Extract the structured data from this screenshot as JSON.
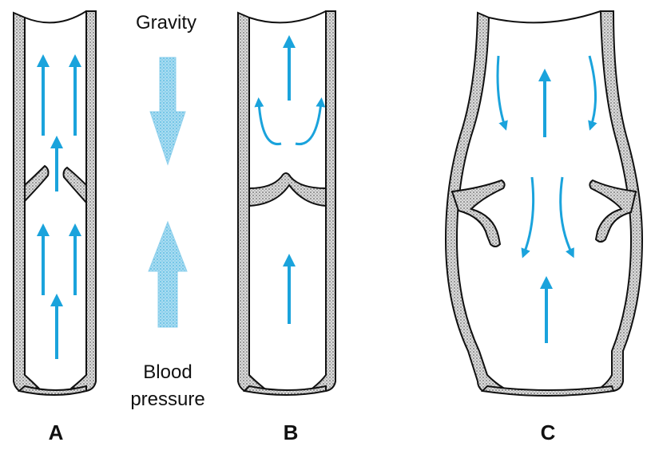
{
  "figure": {
    "label_gravity": "Gravity",
    "label_blood_line1": "Blood",
    "label_blood_line2": "pressure",
    "panel_a": "A",
    "panel_b": "B",
    "panel_c": "C"
  },
  "colors": {
    "arrow": "#1aa3dc",
    "force_arrow": "#8fd0ec",
    "wall_fill": "#d4d4d4",
    "wall_stroke": "#111111",
    "text": "#111111"
  }
}
